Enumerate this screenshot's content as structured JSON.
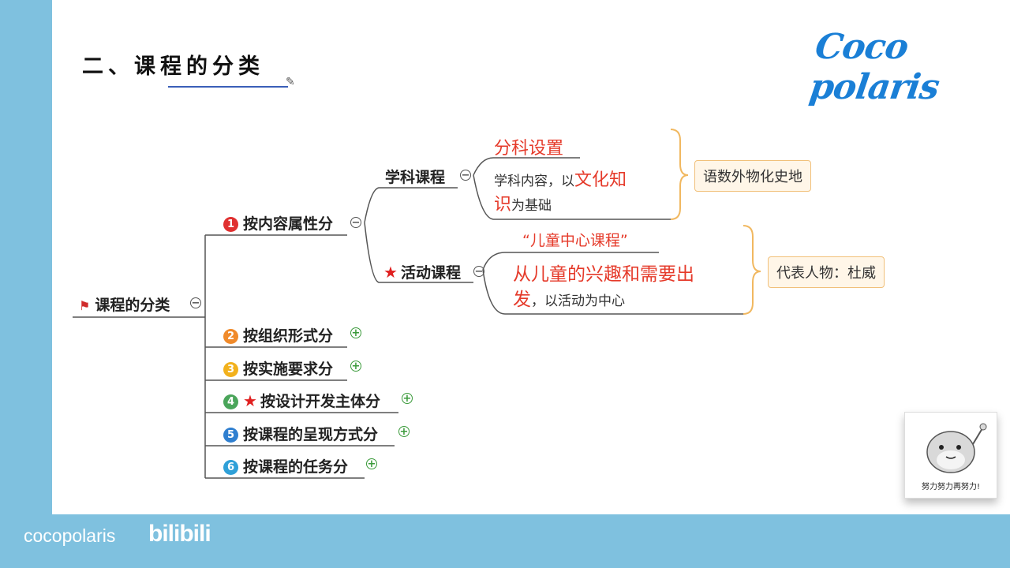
{
  "title": "二、课程的分类",
  "brand": "Coco polaris",
  "root": {
    "label": "课程的分类"
  },
  "branches": [
    {
      "num": "1",
      "label": "按内容属性分"
    },
    {
      "num": "2",
      "label": "按组织形式分"
    },
    {
      "num": "3",
      "label": "按实施要求分"
    },
    {
      "num": "4",
      "label": "按设计开发主体分",
      "starred": true
    },
    {
      "num": "5",
      "label": "按课程的呈现方式分"
    },
    {
      "num": "6",
      "label": "按课程的任务分"
    }
  ],
  "subject": {
    "label": "学科课程",
    "heading": "分科设置",
    "desc_a": "学科内容，以",
    "desc_b": "文化知",
    "desc_c": "识",
    "desc_d": "为基础",
    "example": "语数外物化史地"
  },
  "activity": {
    "label": "活动课程",
    "heading": "“儿童中心课程”",
    "desc_a": "从儿童的兴趣和需要出",
    "desc_b": "发",
    "desc_c": "，以活动为中心",
    "example": "代表人物：杜威"
  },
  "mascot_caption": "努力努力再努力!",
  "footer": {
    "name": "cocopolaris",
    "logo": "bilibili"
  }
}
